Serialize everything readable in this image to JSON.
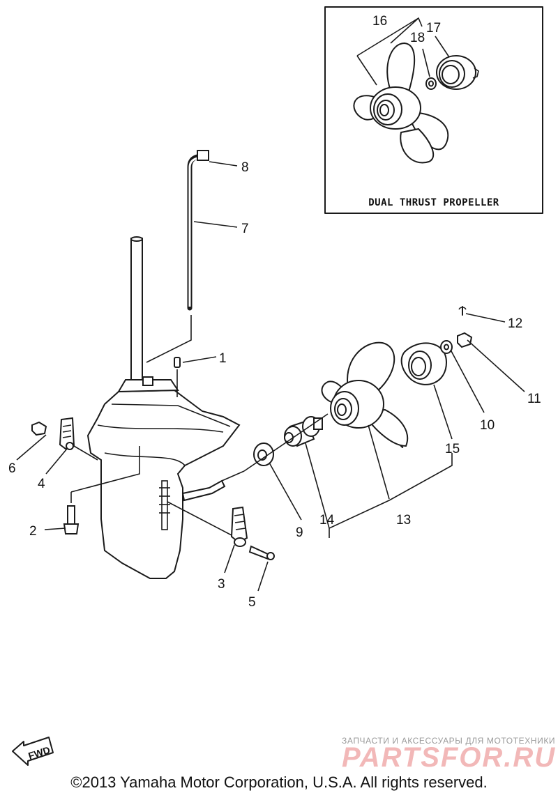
{
  "inset": {
    "caption": "DUAL THRUST PROPELLER",
    "labels": [
      "16",
      "18",
      "17"
    ]
  },
  "callouts": {
    "p1": "1",
    "p2": "2",
    "p3": "3",
    "p4": "4",
    "p5": "5",
    "p6": "6",
    "p7": "7",
    "p8": "8",
    "p9": "9",
    "p10": "10",
    "p11": "11",
    "p12": "12",
    "p13": "13",
    "p14": "14",
    "p15": "15"
  },
  "fwd_badge": "FWD",
  "watermark": {
    "tagline": "ЗАПЧАСТИ И АКСЕССУАРЫ ДЛЯ МОТОТЕХНИКИ",
    "brand": "PARTSFOR.RU"
  },
  "copyright": "©2013 Yamaha Motor Corporation, U.S.A. All rights reserved."
}
